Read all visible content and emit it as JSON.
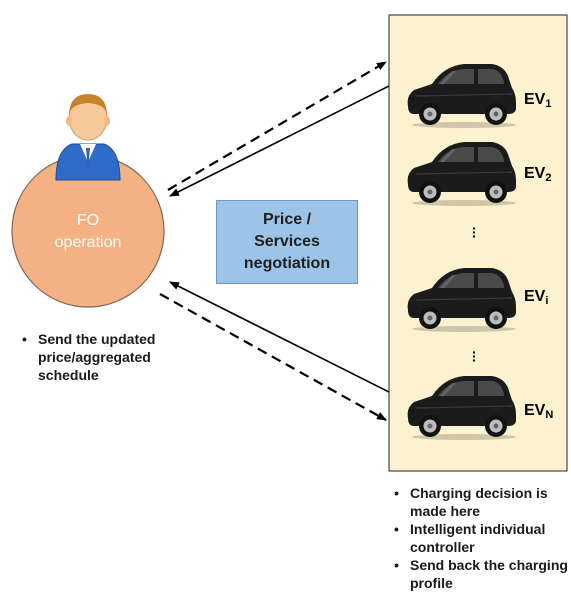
{
  "operator": {
    "label": "FO\noperation"
  },
  "negotiation": {
    "lines": [
      "Price /",
      "Services",
      "negotiation"
    ]
  },
  "operator_notes": [
    "Send the updated price/aggregated schedule"
  ],
  "ev_notes": [
    "Charging decision is made here",
    "Intelligent individual controller",
    "Send back the charging profile"
  ],
  "evs": [
    {
      "base": "EV",
      "sub": "1"
    },
    {
      "base": "EV",
      "sub": "2"
    },
    {
      "base": "EV",
      "sub": "i"
    },
    {
      "base": "EV",
      "sub": "N"
    }
  ],
  "colors": {
    "circle": "#f4b183",
    "panel": "#fdf2d0",
    "box": "#9dc3e6"
  },
  "icons": [
    "person-icon",
    "car-icon",
    "vertical-ellipsis-icon"
  ]
}
